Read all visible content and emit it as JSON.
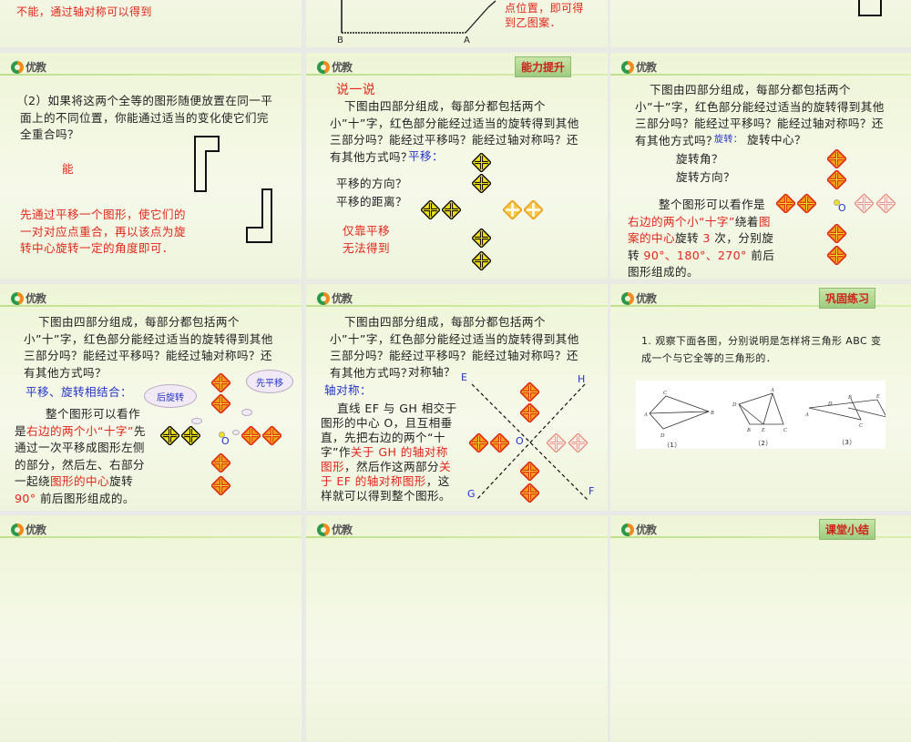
{
  "logo_text": "优教",
  "row1": {
    "s1_text": "不能，通过轴对称可以得到",
    "s2_text1": "点位置，即可得",
    "s2_text2": "到乙图案．",
    "s2_label_b": "B",
    "s2_label_a": "A"
  },
  "slide_4": {
    "question": "（2）如果将这两个全等的图形随便放置在同一平面上的不同位置，你能通过适当的变化使它们完全重合吗？",
    "answer": "能",
    "explanation": "先通过平移一个图形，使它们的一对对应点重合，再以该点为旋转中心旋转一定的角度即可．"
  },
  "common_question": "下图由四部分组成，每部分都包括两个小”十”字，红色部分能经过适当的旋转得到其他三部分吗？能经过平移吗？能经过轴对称吗？还有其他方式吗？",
  "slide_5": {
    "badge": "能力提升",
    "heading": "说一说",
    "translate_label": "平移：",
    "q1": "平移的方向？",
    "q2": "平移的距离？",
    "conclusion": "仅靠平移无法得到"
  },
  "slide_6": {
    "rotate_label": "旋转：",
    "q1": "旋转中心？",
    "q2": "旋转角？",
    "q3": "旋转方向？",
    "p1": "整个图形可以看作是",
    "p2": "右边的两个小“十字”",
    "p3": "绕着",
    "p4": "图案的中心",
    "p5": "旋转",
    "p6": "3",
    "p7": "次，分别旋转",
    "p8": "90°、180°、270°",
    "p9": "前后图形组成的。",
    "center": "O"
  },
  "slide_7": {
    "combo_label": "平移、旋转相结合：",
    "cloud1": "后旋转",
    "cloud2": "先平移",
    "p1": "整个图形可以看作是",
    "p2": "右边的两个小“十字”",
    "p3": "先通过一次平移成图形左侧的部分，然后左、右部分一起绕",
    "p4": "图形的中心",
    "p5": "旋转",
    "p6": "90°",
    "p7": "前后图形组成的。",
    "center": "O"
  },
  "slide_8": {
    "overlap": "对称轴？",
    "axis_label": "轴对称：",
    "p1": "直线 EF 与 GH 相交于图形的中心 O，且互相垂直，先把右边的两个“十字”作",
    "p2": "关于 GH 的轴对称图形",
    "p3": "，然后作这两部分",
    "p4": "关于 EF 的轴对称图形",
    "p5": "，这样就可以得到整个图形。",
    "points": {
      "E": "E",
      "H": "H",
      "G": "G",
      "F": "F",
      "O": "O"
    }
  },
  "slide_9": {
    "badge": "巩固练习",
    "question": "1. 观察下面各图，分别说明是怎样将三角形 ABC 变成一个与它全等的三角形的．",
    "fig_labels": [
      "（1）",
      "（2）",
      "（3）"
    ]
  },
  "row4": {
    "s3_badge": "课堂小结"
  },
  "colors": {
    "red_text": "#e2261c",
    "blue_text": "#2633c8",
    "cross_yellow": "#f2e21a",
    "cross_red": "#f0a010"
  }
}
